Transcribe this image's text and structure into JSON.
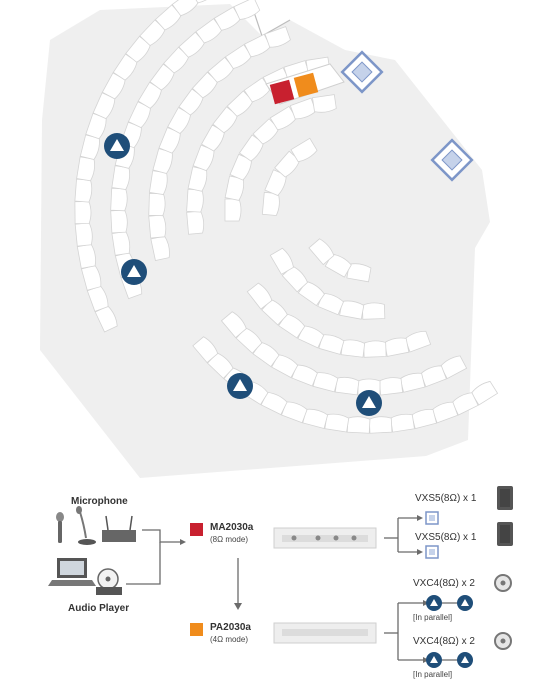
{
  "colors": {
    "floor": "#efefef",
    "seat": "#ffffff",
    "seat_stroke": "#d4d4d4",
    "marker": "#1f4e79",
    "amp_red": "#c8202f",
    "amp_orange": "#f08c1c",
    "speaker_blue": "#7d96c8",
    "line": "#6b6b6b"
  },
  "sources": {
    "microphone_label": "Microphone",
    "audio_player_label": "Audio Player",
    "icons": [
      "handheld-mic-icon",
      "gooseneck-mic-icon",
      "wireless-receiver-icon",
      "laptop-icon",
      "cd-player-icon"
    ]
  },
  "amplifiers": [
    {
      "model": "MA2030a",
      "mode": "(8Ω mode)",
      "color": "#c8202f"
    },
    {
      "model": "PA2030a",
      "mode": "(4Ω mode)",
      "color": "#f08c1c"
    }
  ],
  "speakers": {
    "ma_outputs": [
      {
        "label": "VXS5(8Ω) x 1"
      },
      {
        "label": "VXS5(8Ω) x 1"
      }
    ],
    "pa_outputs": [
      {
        "label": "VXC4(8Ω) x 2",
        "note": "[In parallel]"
      },
      {
        "label": "VXC4(8Ω) x 2",
        "note": "[In parallel]"
      }
    ]
  }
}
